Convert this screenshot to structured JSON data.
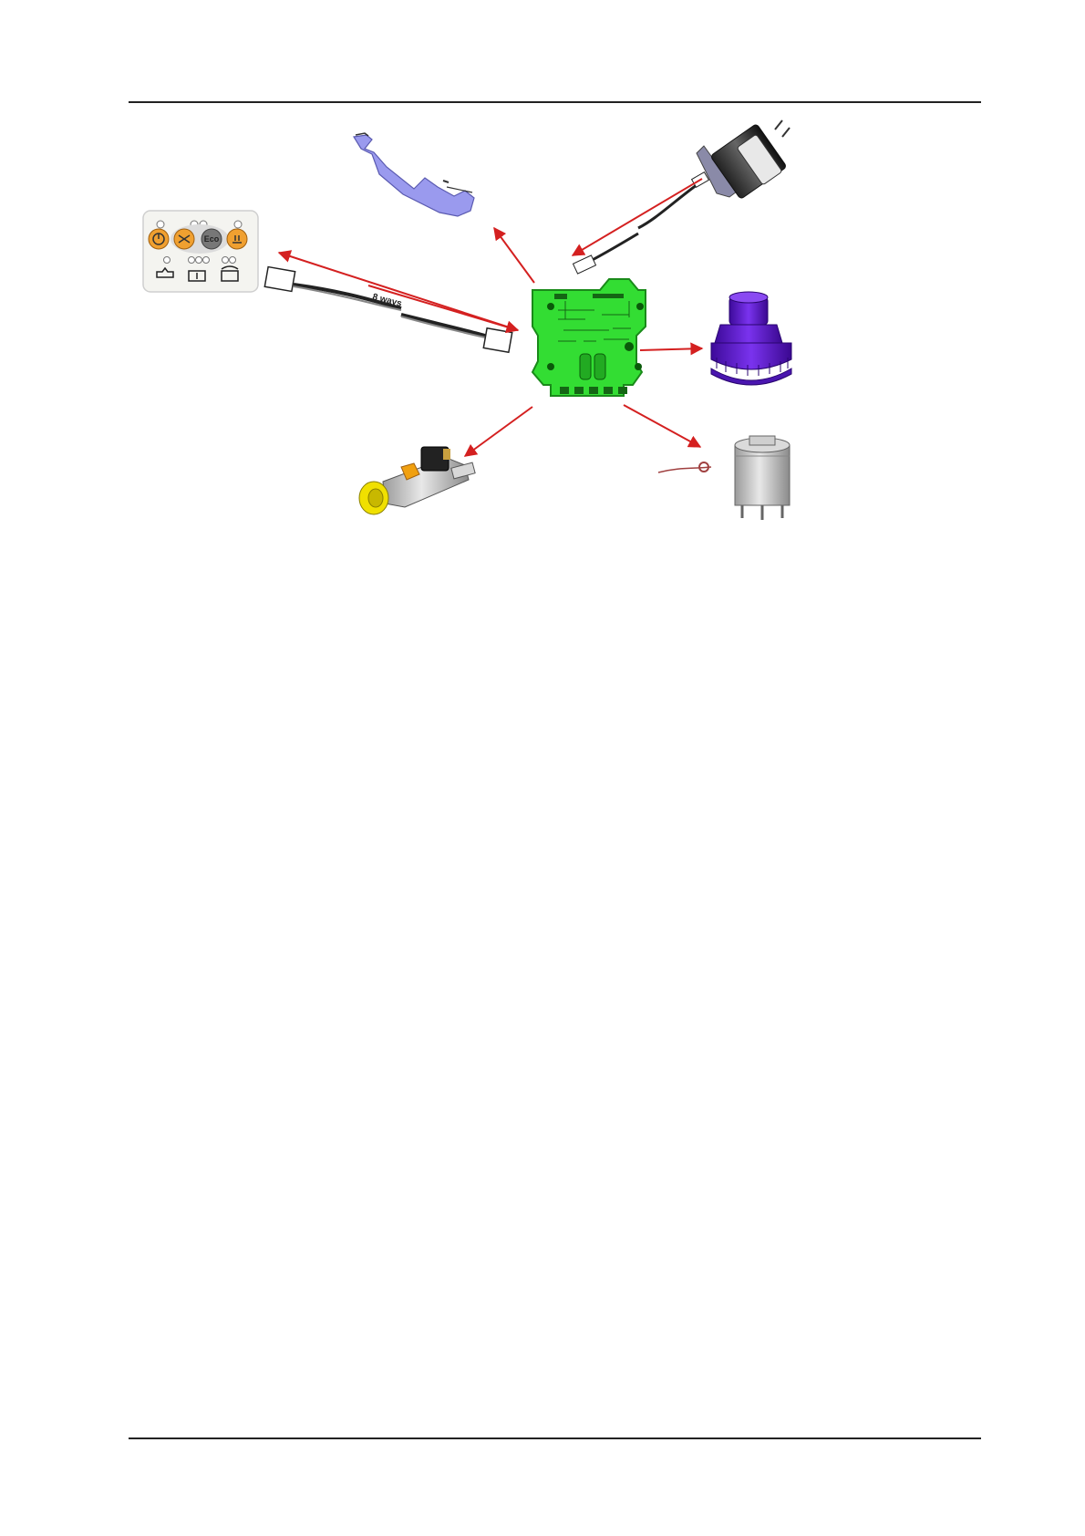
{
  "diagram": {
    "harness_label": "8 ways",
    "control_panel": {
      "eco_button_label": "Eco"
    },
    "components": [
      {
        "id": "control-panel",
        "icon": "control-panel-icon"
      },
      {
        "id": "lever-sensor",
        "icon": "lever-sensor-icon"
      },
      {
        "id": "pump-solenoid",
        "icon": "solenoid-coil-icon"
      },
      {
        "id": "vacuum-motor",
        "icon": "vacuum-motor-icon"
      },
      {
        "id": "brush-motor",
        "icon": "brush-motor-icon"
      },
      {
        "id": "water-valve",
        "icon": "water-valve-icon"
      }
    ],
    "colors": {
      "arrow": "#d42020",
      "pcb": "#33dd33",
      "vacuum_motor": "#6a22d8",
      "lever": "#9a9aee",
      "panel_button": "#f0a030",
      "valve_cap": "#f0e000"
    }
  }
}
